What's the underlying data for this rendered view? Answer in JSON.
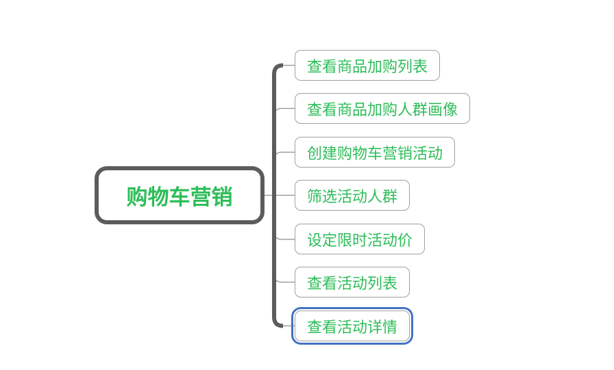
{
  "colors": {
    "topic_text_green": "#2ebd59",
    "root_border_gray": "#5c5c5c",
    "child_border_gray": "#a0a0a0",
    "connector_thin_gray": "#8f8f8f",
    "selection_blue": "#4472c4",
    "background": "#ffffff"
  },
  "mindmap": {
    "root": {
      "label": "购物车营销"
    },
    "children": [
      {
        "label": "查看商品加购列表",
        "selected": false
      },
      {
        "label": "查看商品加购人群画像",
        "selected": false
      },
      {
        "label": "创建购物车营销活动",
        "selected": false
      },
      {
        "label": "筛选活动人群",
        "selected": false
      },
      {
        "label": "设定限时活动价",
        "selected": false
      },
      {
        "label": "查看活动列表",
        "selected": false
      },
      {
        "label": "查看活动详情",
        "selected": true
      }
    ]
  }
}
